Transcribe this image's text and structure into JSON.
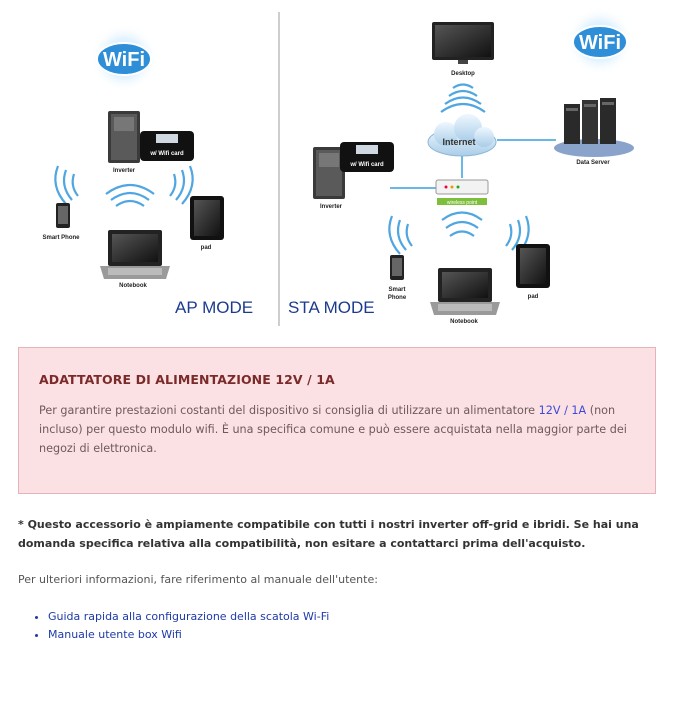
{
  "diagram": {
    "ap": {
      "wifi_logo": "WiFi",
      "inverter": "Inverter",
      "wifi_card": "w/ Wifi card",
      "smartphone": "Smart Phone",
      "pad": "pad",
      "notebook": "Notebook",
      "mode": "AP MODE"
    },
    "sta": {
      "wifi_logo": "WiFi",
      "desktop": "Desktop",
      "internet": "Internet",
      "data_server": "Data Server",
      "inverter": "Inverter",
      "wifi_card": "w/ Wifi card",
      "wireless_point": "wireless point",
      "smartphone_line1": "Smart",
      "smartphone_line2": "Phone",
      "pad": "pad",
      "notebook": "Notebook",
      "mode": "STA MODE"
    }
  },
  "notice": {
    "title": "ADATTATORE DI ALIMENTAZIONE 12V / 1A",
    "text_before": "Per garantire prestazioni costanti del dispositivo si consiglia di utilizzare un alimentatore ",
    "highlight": "12V / 1A",
    "text_after": " (non incluso) per questo modulo wifi. È una specifica comune e può essere acquistata nella maggior parte dei negozi di elettronica."
  },
  "compat_note": "* Questo accessorio è ampiamente compatibile con tutti i nostri inverter off-grid e ibridi. Se hai una domanda specifica relativa alla compatibilità, non esitare a contattarci prima dell'acquisto.",
  "more_info": "Per ulteriori informazioni, fare riferimento al manuale dell'utente:",
  "links": [
    "Guida rapida alla configurazione della scatola Wi-Fi",
    "Manuale utente box Wifi"
  ],
  "colors": {
    "notice_bg": "#fce1e4",
    "notice_border": "#e6b3b9",
    "notice_title": "#7b2a2a",
    "link": "#1f3aa8",
    "mode_label": "#1c3b8f",
    "wifi_blue": "#2e8fd8"
  }
}
